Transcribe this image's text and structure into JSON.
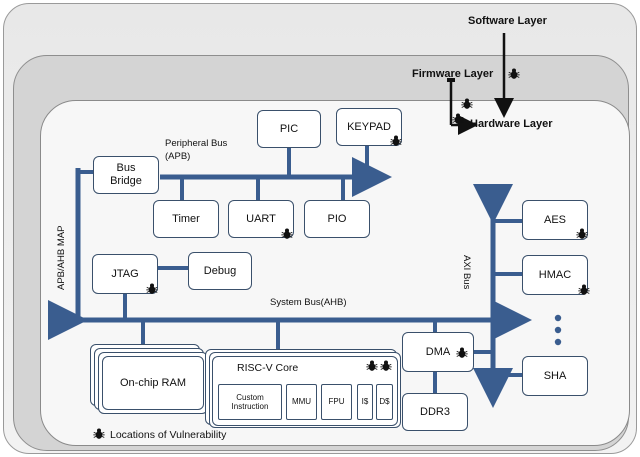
{
  "layers": {
    "software": "Software Layer",
    "firmware": "Firmware Layer",
    "hardware": "Hardware Layer"
  },
  "buses": {
    "peripheral": "Peripheral Bus",
    "peripheral_sub": "(APB)",
    "system": "System Bus(AHB)",
    "axi": "AXI Bus",
    "map": "APB/AHB MAP"
  },
  "blocks": {
    "pic": "PIC",
    "keypad": "KEYPAD",
    "bus_bridge_1": "Bus",
    "bus_bridge_2": "Bridge",
    "timer": "Timer",
    "uart": "UART",
    "pio": "PIO",
    "jtag": "JTAG",
    "debug": "Debug",
    "aes": "AES",
    "hmac": "HMAC",
    "sha": "SHA",
    "dma": "DMA",
    "ddr3": "DDR3",
    "onchip_ram": "On-chip RAM",
    "riscv_core": "RISC-V Core",
    "custom_instruction_1": "Custom",
    "custom_instruction_2": "Instruction",
    "mmu": "MMU",
    "fpu": "FPU",
    "is": "I$",
    "ds": "D$"
  },
  "legend": "Locations of Vulnerability",
  "colors": {
    "bus": "#3a5d8f",
    "box_border": "#3a506b",
    "bug": "#111111"
  }
}
